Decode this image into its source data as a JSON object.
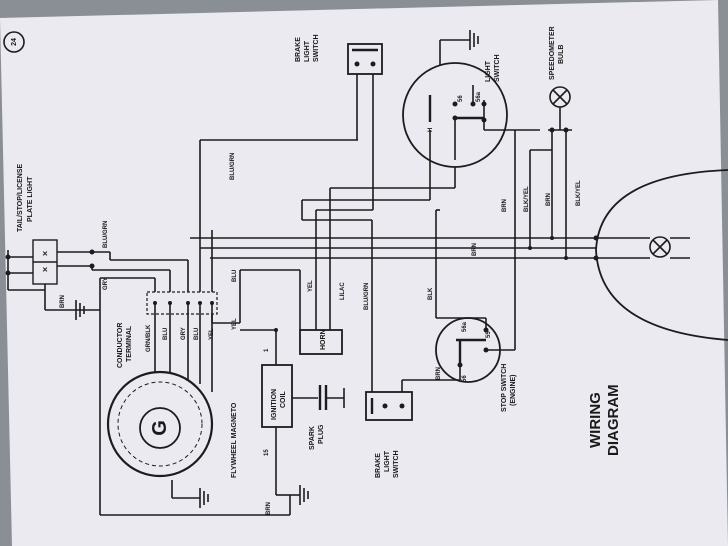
{
  "page_number": "24",
  "title_line1": "WIRING",
  "title_line2": "DIAGRAM",
  "components": {
    "tail_light": [
      "TAIL/STOP/LICENSE",
      "PLATE LIGHT"
    ],
    "conductor_terminal": [
      "CONDUCTOR",
      "TERMINAL"
    ],
    "flywheel_magneto": "FLYWHEEL MAGNETO",
    "magneto_symbol": "G",
    "ignition_coil": [
      "IGNITION",
      "COIL"
    ],
    "coil_terminal_1": "1",
    "coil_terminal_15": "15",
    "spark_plug": [
      "SPARK",
      "PLUG"
    ],
    "horn": "HORN",
    "brake_switch_top": [
      "BRAKE",
      "LIGHT",
      "SWITCH"
    ],
    "brake_switch_bottom": [
      "BRAKE",
      "LIGHT",
      "SWITCH"
    ],
    "light_switch": [
      "LIGHT",
      "SWITCH"
    ],
    "light_switch_h": "H",
    "light_switch_56": "56",
    "light_switch_56a": "56a",
    "speedometer_bulb": [
      "SPEEDOMETER",
      "BULB"
    ],
    "stop_switch": [
      "STOP SWITCH",
      "(ENGINE)"
    ],
    "stop_56a": "56a",
    "stop_56": "56",
    "stop_55": "55"
  },
  "wire_labels": {
    "blu_grn_top": "BLU/GRN",
    "blu_grn_left": "BLU/GRN",
    "gry": "GRY",
    "brn_left": "BRN",
    "blu": "BLU",
    "yel": "YEL",
    "lilac": "LILAC",
    "blu_grn_mid": "BLU/GRN",
    "blk": "BLK",
    "brn_mid": "BRN",
    "brn_right1": "BRN",
    "blk_yel1": "BLK/YEL",
    "brn_right2": "BRN",
    "blk_yel2": "BLK/YEL",
    "brn_stop": "BRN",
    "brn_bottom": "BRN",
    "grn_blk": "GRN/BLK",
    "t_blu": "BLU",
    "t_gry": "GRY",
    "t_blu2": "BLU",
    "t_yel": "YEL"
  },
  "colors": {
    "paper": "#ebeaf1",
    "ink": "#1c1c1c",
    "background": "#8a8f96"
  }
}
